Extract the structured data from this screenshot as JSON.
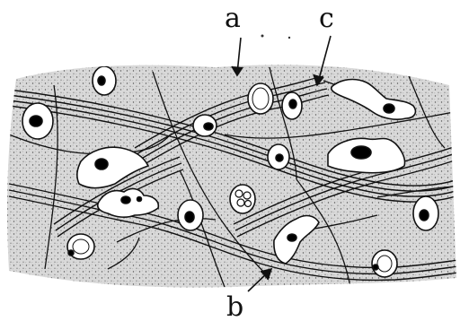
{
  "figure": {
    "labels": [
      {
        "id": "a",
        "text": "a"
      },
      {
        "id": "b",
        "text": "b"
      },
      {
        "id": "c",
        "text": "c"
      }
    ]
  },
  "colors": {
    "ink": "#111111",
    "tissue": "#d2d2d2",
    "background": "#ffffff",
    "cell_fill": "#ffffff",
    "nucleus": "#000000"
  }
}
